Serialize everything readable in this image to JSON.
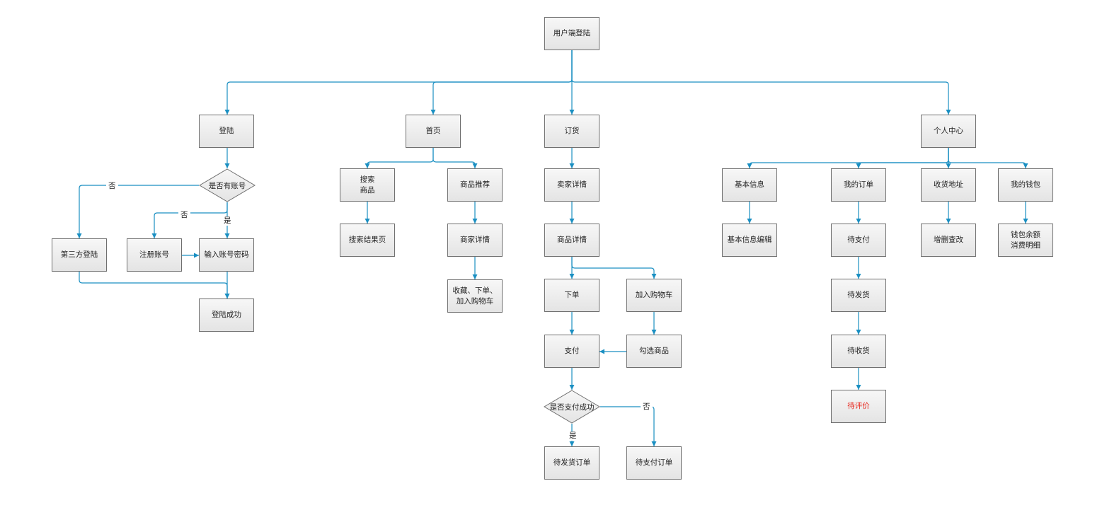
{
  "colors": {
    "connector": "#1a8fc2",
    "node_border": "#6f6f6f",
    "highlight_text": "#e8261c"
  },
  "nodes": {
    "root": "用户端登陆",
    "login": "登陆",
    "home": "首页",
    "order": "订货",
    "personal": "个人中心",
    "has_account": "是否有账号",
    "third_party_login": "第三方登陆",
    "register": "注册账号",
    "enter_credentials": "输入账号密码",
    "login_success": "登陆成功",
    "search_product": "搜索\n商品",
    "search_results": "搜索结果页",
    "product_recommend": "商品推荐",
    "merchant_detail_home": "商家详情",
    "collect_order_cart": "收藏、下单、加入购物车",
    "merchant_detail_order": "卖家详情",
    "product_detail": "商品详情",
    "place_order": "下单",
    "add_to_cart": "加入购物车",
    "pay": "支付",
    "select_products": "勾选商品",
    "pay_success_q": "是否支付成功",
    "to_ship_order": "待发货订单",
    "to_pay_order": "待支付订单",
    "basic_info": "基本信息",
    "basic_info_edit": "基本信息编辑",
    "my_orders": "我的订单",
    "shipping_address": "收货地址",
    "my_wallet": "我的钱包",
    "pending_payment": "待支付",
    "address_crud": "增删查改",
    "wallet_balance": "钱包余额\n消费明细",
    "pending_shipment": "待发货",
    "pending_receipt": "待收货",
    "pending_review": "待评价"
  },
  "labels": {
    "no_account_third": "否",
    "no_account_register": "否",
    "yes_account": "是",
    "pay_yes": "是",
    "pay_no": "否"
  }
}
